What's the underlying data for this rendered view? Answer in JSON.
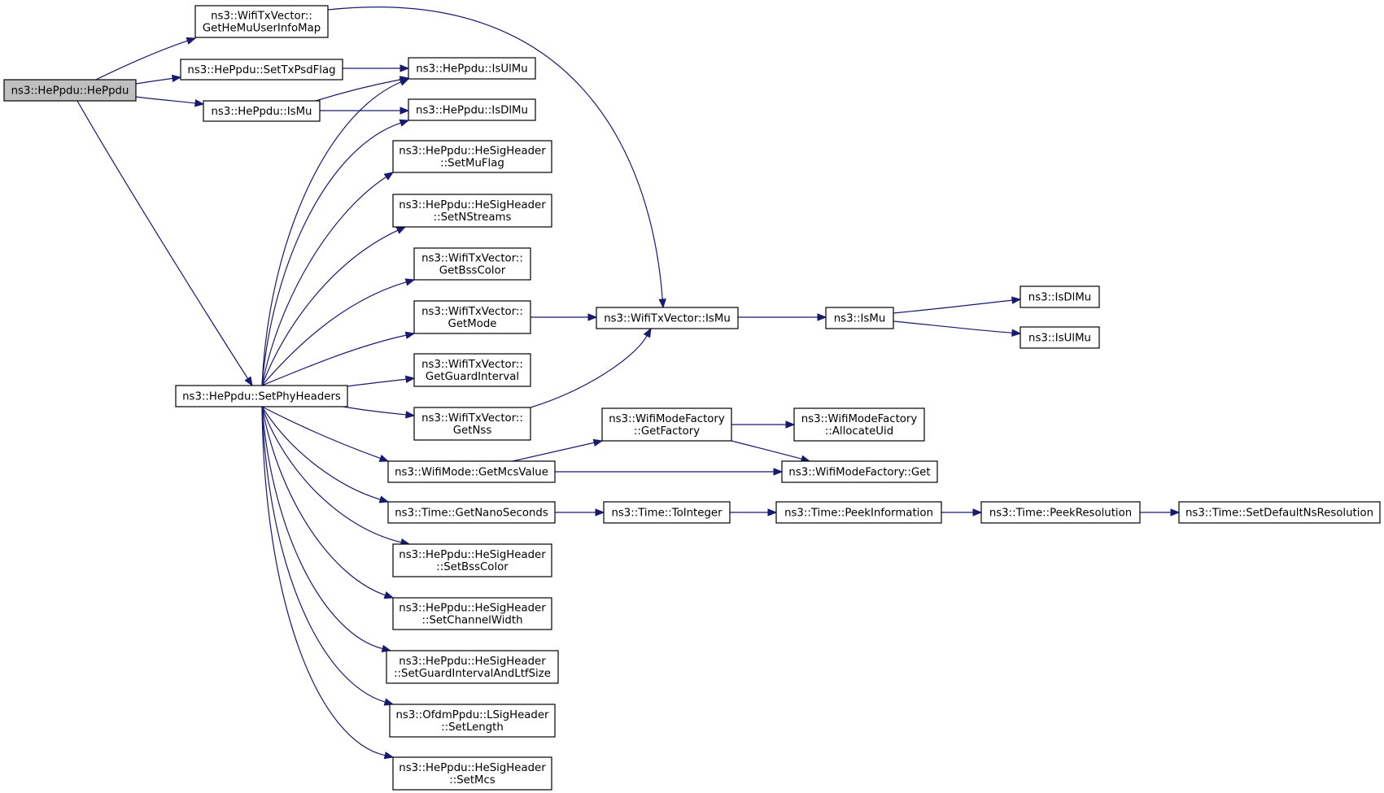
{
  "graph": {
    "nodes": [
      {
        "id": "heppdu",
        "lines": [
          "ns3::HePpdu::HePpdu"
        ],
        "root": true
      },
      {
        "id": "getHeMu",
        "lines": [
          "ns3::WifiTxVector::",
          "GetHeMuUserInfoMap"
        ]
      },
      {
        "id": "setTxPsd",
        "lines": [
          "ns3::HePpdu::SetTxPsdFlag"
        ]
      },
      {
        "id": "isUlMuP",
        "lines": [
          "ns3::HePpdu::IsUlMu"
        ]
      },
      {
        "id": "isMuP",
        "lines": [
          "ns3::HePpdu::IsMu"
        ]
      },
      {
        "id": "isDlMuP",
        "lines": [
          "ns3::HePpdu::IsDlMu"
        ]
      },
      {
        "id": "setMuFlag",
        "lines": [
          "ns3::HePpdu::HeSigHeader",
          "::SetMuFlag"
        ]
      },
      {
        "id": "setNStreams",
        "lines": [
          "ns3::HePpdu::HeSigHeader",
          "::SetNStreams"
        ]
      },
      {
        "id": "getBssColor",
        "lines": [
          "ns3::WifiTxVector::",
          "GetBssColor"
        ]
      },
      {
        "id": "getMode",
        "lines": [
          "ns3::WifiTxVector::",
          "GetMode"
        ]
      },
      {
        "id": "getGuard",
        "lines": [
          "ns3::WifiTxVector::",
          "GetGuardInterval"
        ]
      },
      {
        "id": "getNss",
        "lines": [
          "ns3::WifiTxVector::",
          "GetNss"
        ]
      },
      {
        "id": "setPhy",
        "lines": [
          "ns3::HePpdu::SetPhyHeaders"
        ]
      },
      {
        "id": "txIsMu",
        "lines": [
          "ns3::WifiTxVector::IsMu"
        ]
      },
      {
        "id": "nsIsMu",
        "lines": [
          "ns3::IsMu"
        ]
      },
      {
        "id": "nsIsDlMu",
        "lines": [
          "ns3::IsDlMu"
        ]
      },
      {
        "id": "nsIsUlMu",
        "lines": [
          "ns3::IsUlMu"
        ]
      },
      {
        "id": "getFactory",
        "lines": [
          "ns3::WifiModeFactory",
          "::GetFactory"
        ]
      },
      {
        "id": "allocUid",
        "lines": [
          "ns3::WifiModeFactory",
          "::AllocateUid"
        ]
      },
      {
        "id": "getMcs",
        "lines": [
          "ns3::WifiMode::GetMcsValue"
        ]
      },
      {
        "id": "factGet",
        "lines": [
          "ns3::WifiModeFactory::Get"
        ]
      },
      {
        "id": "getNano",
        "lines": [
          "ns3::Time::GetNanoSeconds"
        ]
      },
      {
        "id": "toInt",
        "lines": [
          "ns3::Time::ToInteger"
        ]
      },
      {
        "id": "peekInfo",
        "lines": [
          "ns3::Time::PeekInformation"
        ]
      },
      {
        "id": "peekRes",
        "lines": [
          "ns3::Time::PeekResolution"
        ]
      },
      {
        "id": "setDefNs",
        "lines": [
          "ns3::Time::SetDefaultNsResolution"
        ]
      },
      {
        "id": "setBss",
        "lines": [
          "ns3::HePpdu::HeSigHeader",
          "::SetBssColor"
        ]
      },
      {
        "id": "setChW",
        "lines": [
          "ns3::HePpdu::HeSigHeader",
          "::SetChannelWidth"
        ]
      },
      {
        "id": "setGiLtf",
        "lines": [
          "ns3::HePpdu::HeSigHeader",
          "::SetGuardIntervalAndLtfSize"
        ]
      },
      {
        "id": "setLen",
        "lines": [
          "ns3::OfdmPpdu::LSigHeader",
          "::SetLength"
        ]
      },
      {
        "id": "setMcs",
        "lines": [
          "ns3::HePpdu::HeSigHeader",
          "::SetMcs"
        ]
      }
    ],
    "edges": [
      {
        "from": "heppdu",
        "to": "getHeMu"
      },
      {
        "from": "heppdu",
        "to": "setTxPsd"
      },
      {
        "from": "heppdu",
        "to": "isMuP"
      },
      {
        "from": "heppdu",
        "to": "setPhy"
      },
      {
        "from": "setTxPsd",
        "to": "isUlMuP"
      },
      {
        "from": "isMuP",
        "to": "isUlMuP"
      },
      {
        "from": "isMuP",
        "to": "isDlMuP"
      },
      {
        "from": "getHeMu",
        "to": "txIsMu"
      },
      {
        "from": "setPhy",
        "to": "isUlMuP"
      },
      {
        "from": "setPhy",
        "to": "isDlMuP"
      },
      {
        "from": "setPhy",
        "to": "setMuFlag"
      },
      {
        "from": "setPhy",
        "to": "setNStreams"
      },
      {
        "from": "setPhy",
        "to": "getBssColor"
      },
      {
        "from": "setPhy",
        "to": "getMode"
      },
      {
        "from": "setPhy",
        "to": "getGuard"
      },
      {
        "from": "setPhy",
        "to": "getNss"
      },
      {
        "from": "setPhy",
        "to": "getMcs"
      },
      {
        "from": "setPhy",
        "to": "getNano"
      },
      {
        "from": "setPhy",
        "to": "setBss"
      },
      {
        "from": "setPhy",
        "to": "setChW"
      },
      {
        "from": "setPhy",
        "to": "setGiLtf"
      },
      {
        "from": "setPhy",
        "to": "setLen"
      },
      {
        "from": "setPhy",
        "to": "setMcs"
      },
      {
        "from": "getMode",
        "to": "txIsMu"
      },
      {
        "from": "getNss",
        "to": "txIsMu"
      },
      {
        "from": "txIsMu",
        "to": "nsIsMu"
      },
      {
        "from": "nsIsMu",
        "to": "nsIsDlMu"
      },
      {
        "from": "nsIsMu",
        "to": "nsIsUlMu"
      },
      {
        "from": "getMcs",
        "to": "getFactory"
      },
      {
        "from": "getMcs",
        "to": "factGet"
      },
      {
        "from": "getFactory",
        "to": "allocUid"
      },
      {
        "from": "getFactory",
        "to": "factGet"
      },
      {
        "from": "getNano",
        "to": "toInt"
      },
      {
        "from": "toInt",
        "to": "peekInfo"
      },
      {
        "from": "peekInfo",
        "to": "peekRes"
      },
      {
        "from": "peekRes",
        "to": "setDefNs"
      }
    ]
  }
}
